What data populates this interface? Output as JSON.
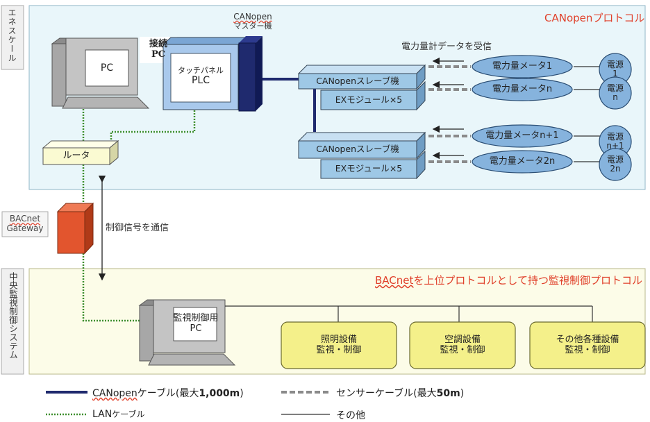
{
  "regions": {
    "top_side_label": "エネスケール",
    "bottom_side_label": "中央監視制御システム",
    "top_protocol": "CANopenプロトコル",
    "bottom_protocol_brand": "BACnet",
    "bottom_protocol_rest": "を上位プロトコルとして持つ監視制御プロトコル"
  },
  "gateway": {
    "line1": "BACnet",
    "line2": "Gateway"
  },
  "devices": {
    "pc": "PC",
    "connect_pc_line1": "接続",
    "connect_pc_line2": "PC",
    "touch_panel": "タッチパネル",
    "plc": "PLC",
    "master_line1": "CANopen",
    "master_line2": "マスター機",
    "router": "ルータ",
    "monitor_pc_line1": "監視制御用",
    "monitor_pc_line2": "PC"
  },
  "power_data_caption": "電力量計データを受信",
  "control_caption": "制御信号を通信",
  "slaves": [
    {
      "slave": "CANopenスレーブ機",
      "module": "EXモジュール×5"
    },
    {
      "slave": "CANopenスレーブ機",
      "module": "EXモジュール×5"
    }
  ],
  "meters": [
    "電力量メータ1",
    "電力量メータn",
    "電力量メータn+1",
    "電力量メータ2n"
  ],
  "sources": [
    {
      "l1": "電源",
      "l2": "1"
    },
    {
      "l1": "電源",
      "l2": "n"
    },
    {
      "l1": "電源",
      "l2": "n+1"
    },
    {
      "l1": "電源",
      "l2": "2n"
    }
  ],
  "facilities": [
    {
      "l1": "照明設備",
      "l2": "監視・制御"
    },
    {
      "l1": "空調設備",
      "l2": "監視・制御"
    },
    {
      "l1": "その他各種設備",
      "l2": "監視・制御"
    }
  ],
  "legend": {
    "canopen_brand": "CANopen",
    "canopen_rest": "ケーブル(最大",
    "canopen_len": "1,000m",
    "canopen_close": ")",
    "sensor_rest": "センサーケーブル(最大",
    "sensor_len": "50m",
    "sensor_close": ")",
    "lan_brand": "LAN",
    "lan_rest": "ケーブル",
    "other": "その他"
  },
  "colors": {
    "top_panel": "#e9f6fa",
    "bottom_panel": "#fcfce8",
    "protocol_red": "#e0402a",
    "canopen_cable": "#1f2a6e",
    "lan_cable": "#3f8f2f",
    "sensor_cable": "#8a8a8a",
    "slave_fill": "#9ec8e6",
    "meter_fill": "#86b3dd",
    "facility_fill": "#f4f08a",
    "router_fill": "#fafad2",
    "gateway_fill": "#e2552e"
  }
}
